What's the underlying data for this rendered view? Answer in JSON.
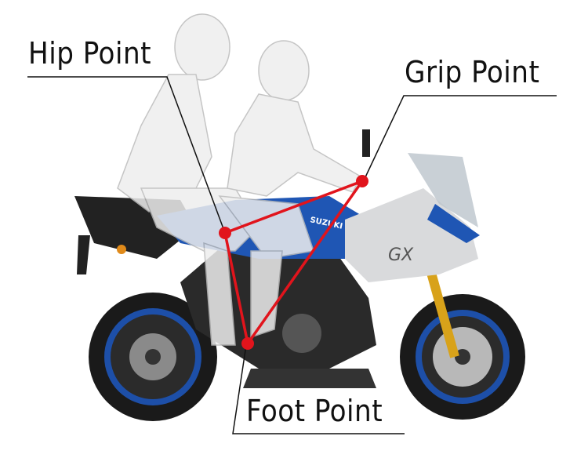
{
  "labels": {
    "hip": "Hip Point",
    "grip": "Grip Point",
    "foot": "Foot Point"
  },
  "bike_brand": "SUZUKI",
  "bike_model": "GX",
  "colors": {
    "triangle": "#e1141c",
    "bike_blue": "#1f56b4",
    "bike_silver": "#d9dadc",
    "rim_blue": "#1d4fa8",
    "frame": "#222222"
  }
}
